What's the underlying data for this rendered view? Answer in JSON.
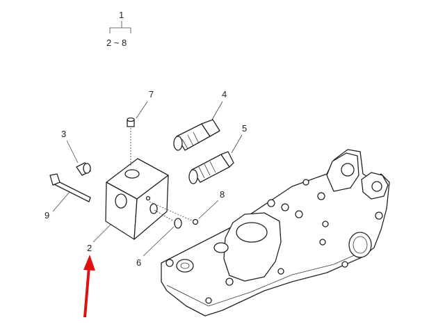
{
  "header": {
    "group_number": "1",
    "range_label": "2 ~ 8"
  },
  "callouts": {
    "c2": "2",
    "c3": "3",
    "c4": "4",
    "c5": "5",
    "c6": "6",
    "c7": "7",
    "c8": "8",
    "c9": "9"
  },
  "colors": {
    "arrow": "#e01010",
    "line": "#222222"
  },
  "icons": {
    "pointer": "red-arrow-icon"
  }
}
